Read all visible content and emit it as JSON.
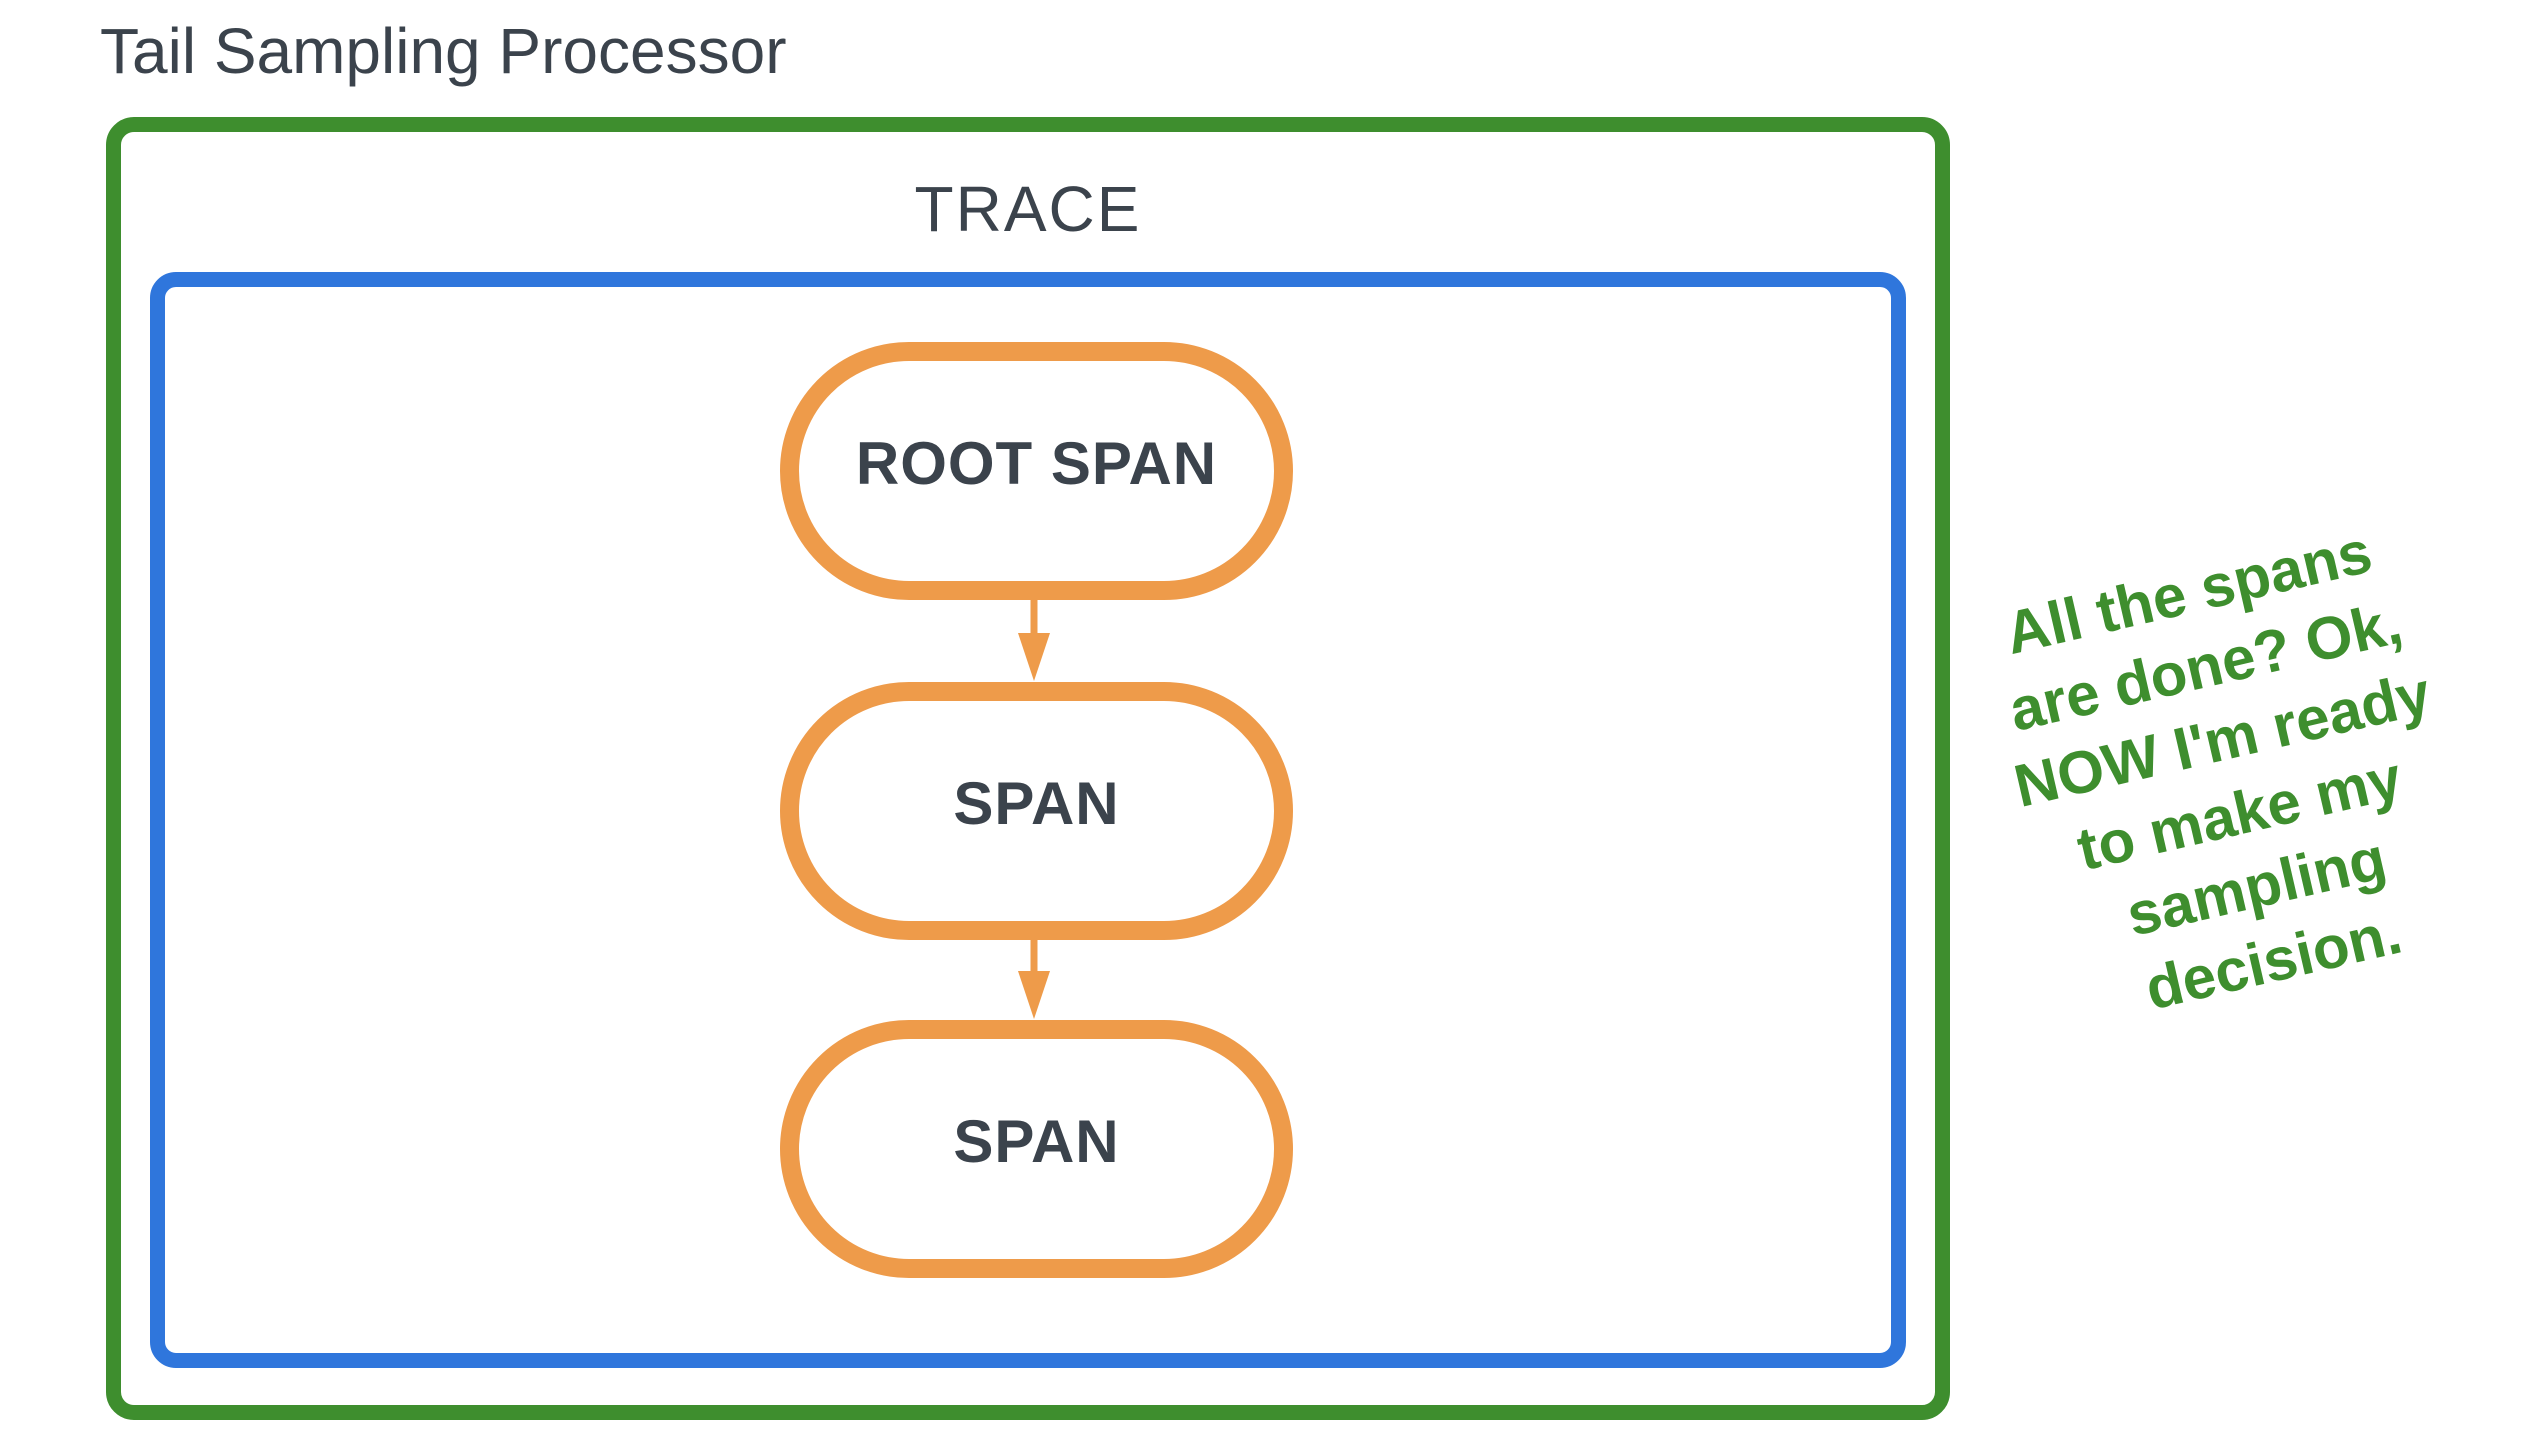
{
  "title": "Tail Sampling Processor",
  "trace": {
    "label": "TRACE",
    "spans": [
      {
        "label": "ROOT SPAN"
      },
      {
        "label": "SPAN"
      },
      {
        "label": "SPAN"
      }
    ]
  },
  "annotation": {
    "text": "All the spans\nare done? Ok,\nNOW I'm ready\nto make my\nsampling\ndecision."
  },
  "colors": {
    "processor_border": "#3E8E2E",
    "trace_border": "#2F76DC",
    "span_border": "#EE9B4A",
    "arrow": "#EE9B4A",
    "text_dark": "#3B434C",
    "annotation_text": "#3E8E2E",
    "background": "#FFFFFF"
  }
}
